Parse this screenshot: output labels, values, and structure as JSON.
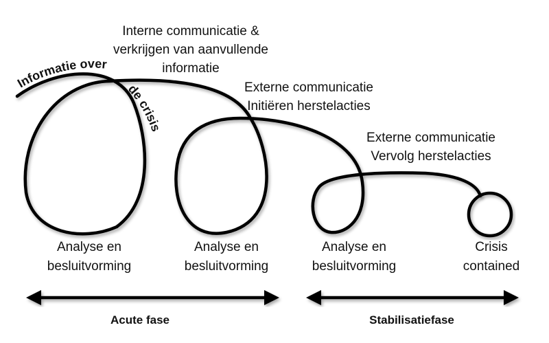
{
  "curved_label": {
    "part1": "Informatie over",
    "part2": "de crisis"
  },
  "steps": [
    {
      "lines": [
        "Interne communicatie &",
        "verkrijgen van aanvullende",
        "informatie"
      ]
    },
    {
      "lines": [
        "Externe communicatie",
        "Initiëren herstelacties"
      ]
    },
    {
      "lines": [
        "Externe communicatie",
        "Vervolg herstelacties"
      ]
    }
  ],
  "loops": [
    {
      "lines": [
        "Analyse en",
        "besluitvorming"
      ]
    },
    {
      "lines": [
        "Analyse en",
        "besluitvorming"
      ]
    },
    {
      "lines": [
        "Analyse en",
        "besluitvorming"
      ]
    },
    {
      "lines": [
        "Crisis",
        "contained"
      ]
    }
  ],
  "phases": [
    {
      "label": "Acute fase"
    },
    {
      "label": "Stabilisatiefase"
    }
  ]
}
